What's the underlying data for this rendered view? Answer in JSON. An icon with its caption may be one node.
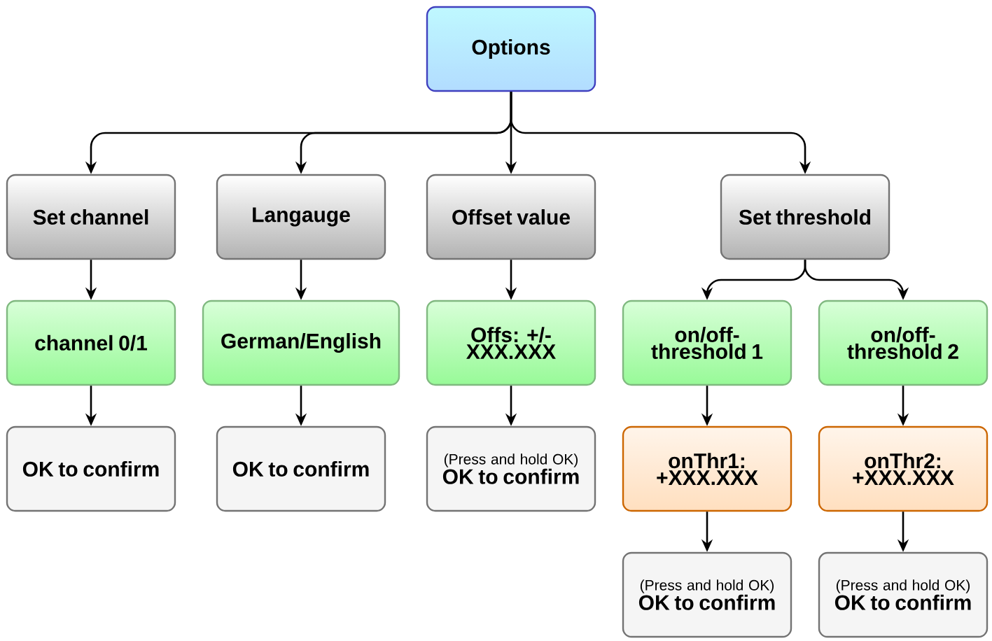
{
  "diagram": {
    "nodes": [
      {
        "text": [
          "Options"
        ]
      },
      {
        "text": [
          "Set channel"
        ]
      },
      {
        "text": [
          "Langauge"
        ]
      },
      {
        "text": [
          "Offset value"
        ]
      },
      {
        "text": [
          "Set threshold"
        ]
      },
      {
        "text": [
          "channel 0/1"
        ]
      },
      {
        "text": [
          "German/English"
        ]
      },
      {
        "text": [
          "Offs: +/- XXX.XXX"
        ]
      },
      {
        "text": [
          "on/off- threshold 1"
        ]
      },
      {
        "text": [
          "on/off- threshold 2"
        ]
      },
      {
        "text": [
          "OK to confirm"
        ]
      },
      {
        "text": [
          "OK to confirm"
        ]
      },
      {
        "text": [
          "(Press and hold OK)",
          "OK to confirm"
        ]
      },
      {
        "text": [
          "onThr1: +XXX.XXX"
        ]
      },
      {
        "text": [
          "onThr2: +XXX.XXX"
        ]
      },
      {
        "text": [
          "(Press and hold OK)",
          "OK to confirm"
        ]
      },
      {
        "text": [
          "(Press and hold OK)",
          "OK to confirm"
        ]
      }
    ],
    "edges": [
      {
        "from": 0,
        "to": 1,
        "arrow": "to"
      },
      {
        "from": 0,
        "to": 2,
        "arrow": "to"
      },
      {
        "from": 0,
        "to": 3,
        "arrow": "to"
      },
      {
        "from": 0,
        "to": 4,
        "arrow": "to"
      },
      {
        "from": 1,
        "to": 5,
        "arrow": "to"
      },
      {
        "from": 2,
        "to": 6,
        "arrow": "to"
      },
      {
        "from": 3,
        "to": 7,
        "arrow": "to"
      },
      {
        "from": 4,
        "to": 8,
        "arrow": "to"
      },
      {
        "from": 4,
        "to": 9,
        "arrow": "to"
      },
      {
        "from": 5,
        "to": 10,
        "arrow": "to"
      },
      {
        "from": 6,
        "to": 11,
        "arrow": "to"
      },
      {
        "from": 7,
        "to": 12,
        "arrow": "to"
      },
      {
        "from": 8,
        "to": 13,
        "arrow": "to"
      },
      {
        "from": 9,
        "to": 14,
        "arrow": "to"
      },
      {
        "from": 13,
        "to": 15,
        "arrow": "to"
      },
      {
        "from": 14,
        "to": 16,
        "arrow": "to"
      }
    ]
  }
}
